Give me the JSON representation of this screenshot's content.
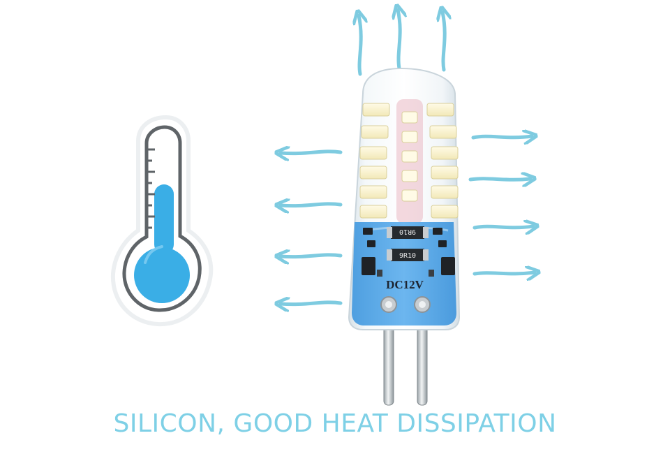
{
  "caption": "SILICON, GOOD HEAT DISSIPATION",
  "bulb": {
    "voltage_label": "DC12V",
    "resistor_top": "9R10",
    "resistor_bottom": "9R10"
  },
  "colors": {
    "arrow": "#7ecbe0",
    "caption": "#7ed0e6",
    "thermometer_fill": "#3aaee6",
    "silicone": "#eef3f6",
    "pcb": "#5aa7e6"
  },
  "icons": [
    "thermometer-icon",
    "heat-arrow-icon",
    "g4-led-bulb"
  ]
}
